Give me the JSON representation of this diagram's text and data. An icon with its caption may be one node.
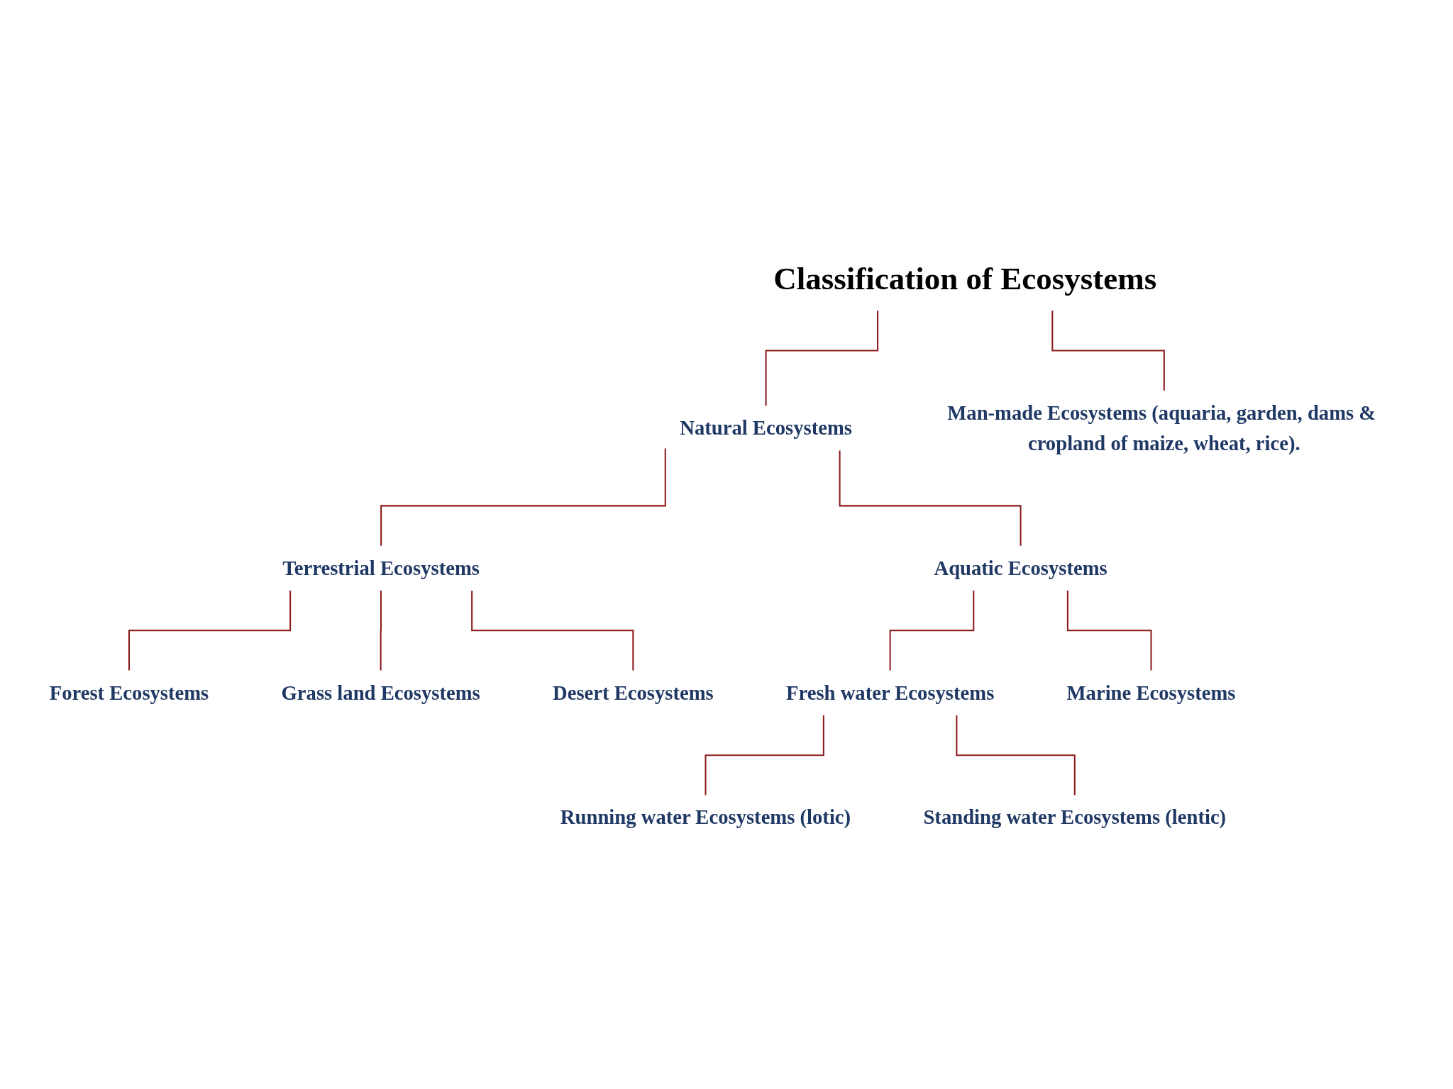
{
  "diagram": {
    "nodes": [
      {
        "text": [
          "Classification of Ecosystems"
        ]
      },
      {
        "text": [
          "Natural Ecosystems"
        ]
      },
      {
        "text": [
          "Man-made Ecosystems (aquaria, garden, dams & cropland of maize, wheat, rice)."
        ]
      },
      {
        "text": [
          "Terrestrial Ecosystems"
        ]
      },
      {
        "text": [
          "Aquatic Ecosystems"
        ]
      },
      {
        "text": [
          "Forest Ecosystems"
        ]
      },
      {
        "text": [
          "Grass land Ecosystems"
        ]
      },
      {
        "text": [
          "Desert Ecosystems"
        ]
      },
      {
        "text": [
          "Fresh water Ecosystems"
        ]
      },
      {
        "text": [
          "Marine Ecosystems"
        ]
      },
      {
        "text": [
          "Running water Ecosystems (lotic)"
        ]
      },
      {
        "text": [
          "Standing water Ecosystems (lentic)"
        ]
      }
    ],
    "edges": [
      {
        "from": 0,
        "to": 1,
        "arrow": "none"
      },
      {
        "from": 0,
        "to": 2,
        "arrow": "none"
      },
      {
        "from": 1,
        "to": 3,
        "arrow": "none"
      },
      {
        "from": 1,
        "to": 4,
        "arrow": "none"
      },
      {
        "from": 3,
        "to": 5,
        "arrow": "none"
      },
      {
        "from": 3,
        "to": 6,
        "arrow": "none"
      },
      {
        "from": 3,
        "to": 7,
        "arrow": "none"
      },
      {
        "from": 4,
        "to": 8,
        "arrow": "none"
      },
      {
        "from": 4,
        "to": 9,
        "arrow": "none"
      },
      {
        "from": 8,
        "to": 10,
        "arrow": "none"
      },
      {
        "from": 8,
        "to": 11,
        "arrow": "none"
      }
    ]
  }
}
